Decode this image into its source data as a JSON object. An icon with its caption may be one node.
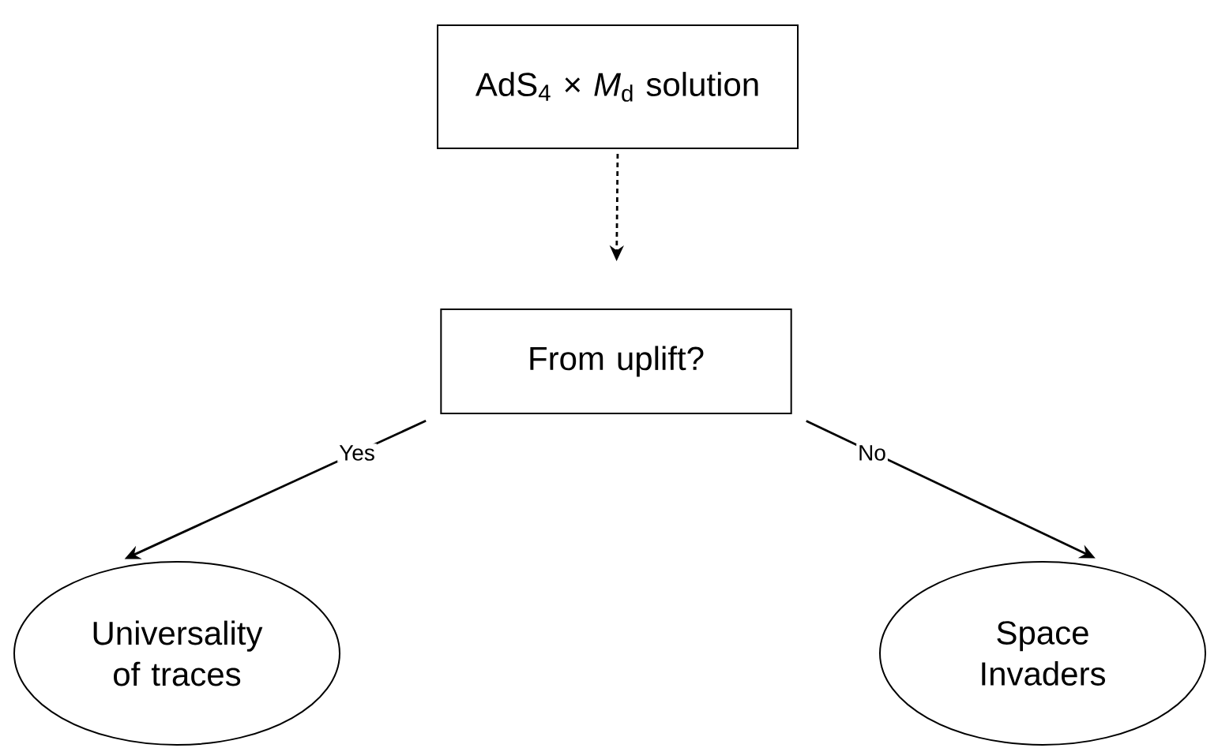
{
  "diagram": {
    "nodes": [
      {
        "text": [
          "AdS$_{4}$ × *M*$_{d}$ solution"
        ]
      },
      {
        "text": [
          "From uplift?"
        ]
      },
      {
        "text": [
          "Universality of traces"
        ]
      },
      {
        "text": [
          "Space Invaders"
        ]
      }
    ],
    "edges": [
      {
        "from": 0,
        "to": 1,
        "arrow": "to",
        "style": "dashed"
      },
      {
        "from": 1,
        "to": 2,
        "arrow": "to",
        "label": "Yes"
      },
      {
        "from": 1,
        "to": 3,
        "arrow": "to",
        "label": "No"
      }
    ]
  }
}
